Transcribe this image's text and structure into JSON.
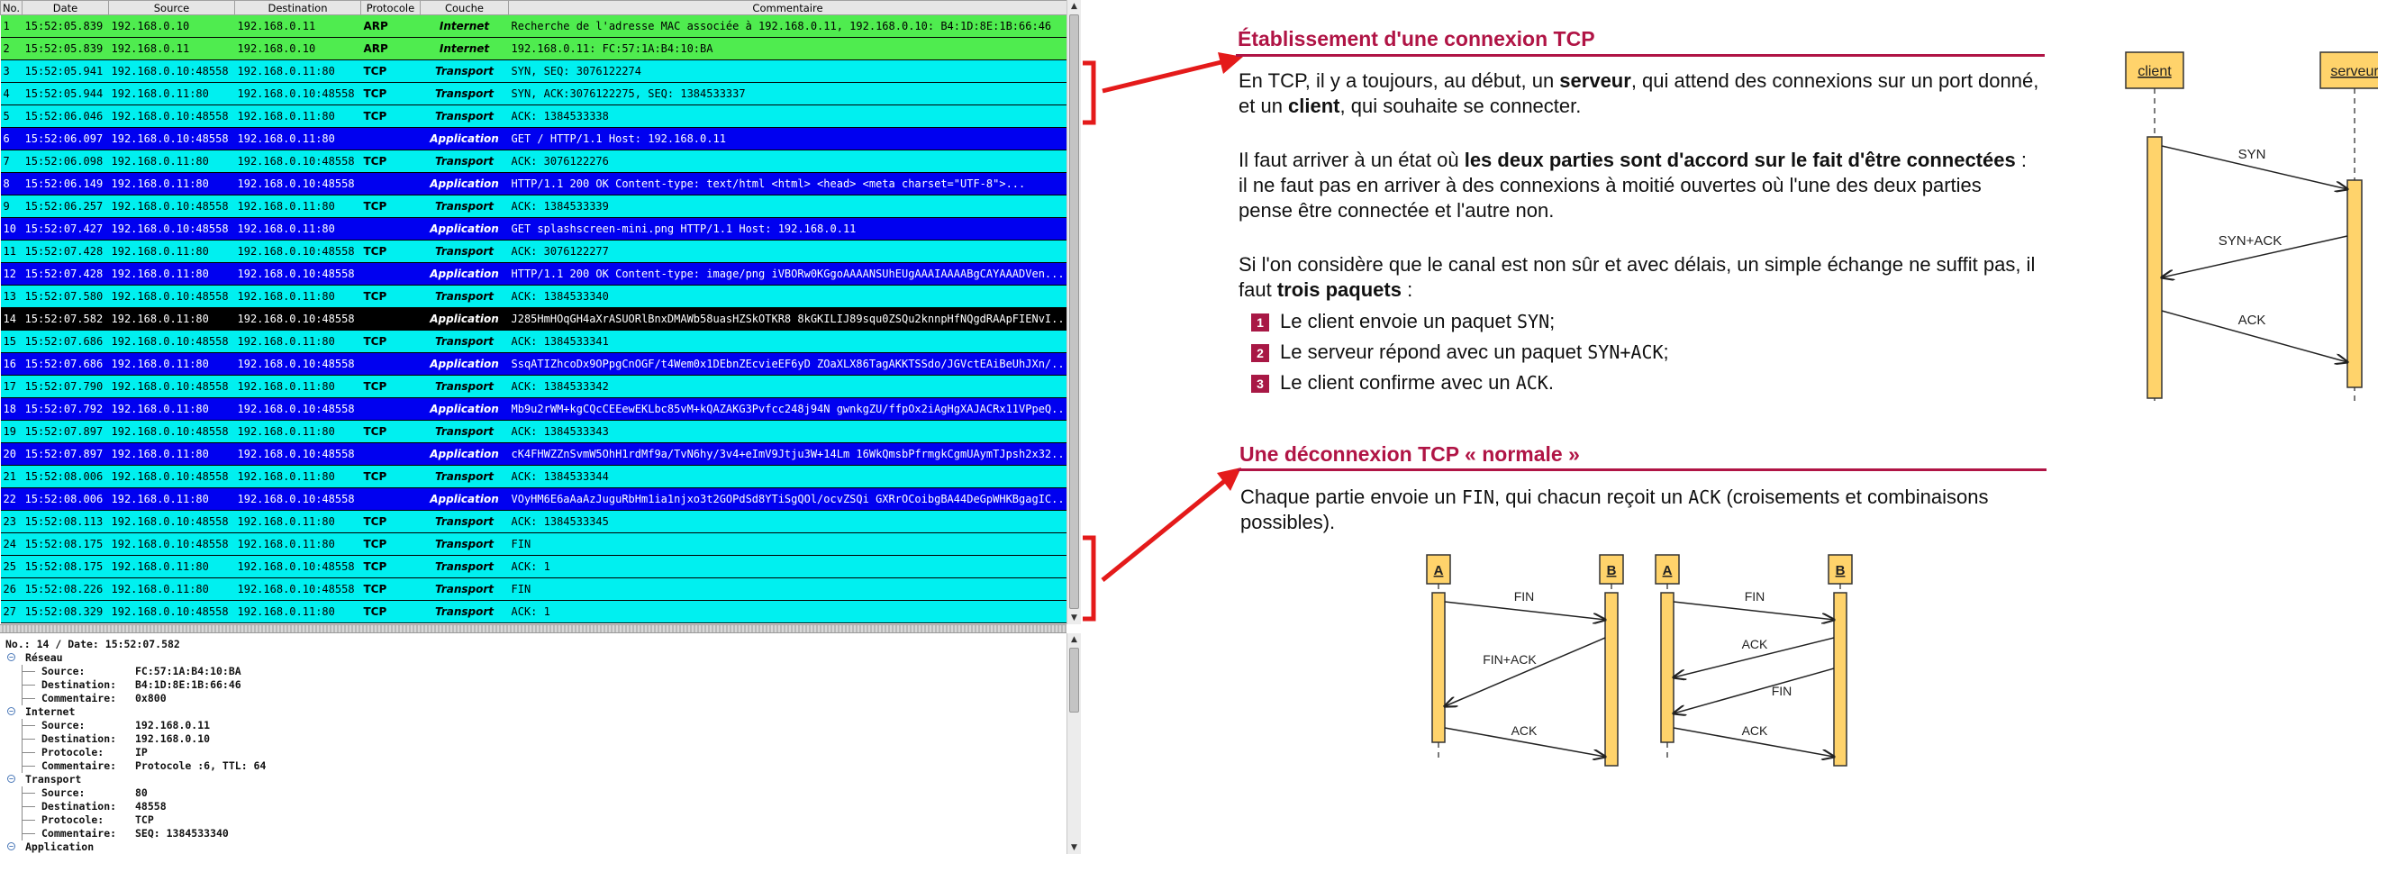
{
  "packet_list": {
    "columns": [
      "No.",
      "Date",
      "Source",
      "Destination",
      "Protocole",
      "Couche",
      "Commentaire"
    ],
    "rows": [
      {
        "no": "1",
        "date": "15:52:05.839",
        "source": "192.168.0.10",
        "destination": "192.168.0.11",
        "protocol": "ARP",
        "layer": "Internet",
        "comment": "Recherche de l'adresse MAC associée à 192.168.0.11, 192.168.0.10: B4:1D:8E:1B:66:46",
        "color": "green"
      },
      {
        "no": "2",
        "date": "15:52:05.839",
        "source": "192.168.0.11",
        "destination": "192.168.0.10",
        "protocol": "ARP",
        "layer": "Internet",
        "comment": "192.168.0.11: FC:57:1A:B4:10:BA",
        "color": "green"
      },
      {
        "no": "3",
        "date": "15:52:05.941",
        "source": "192.168.0.10:48558",
        "destination": "192.168.0.11:80",
        "protocol": "TCP",
        "layer": "Transport",
        "comment": "SYN, SEQ: 3076122274",
        "color": "cyan"
      },
      {
        "no": "4",
        "date": "15:52:05.944",
        "source": "192.168.0.11:80",
        "destination": "192.168.0.10:48558",
        "protocol": "TCP",
        "layer": "Transport",
        "comment": "SYN, ACK:3076122275, SEQ: 1384533337",
        "color": "cyan"
      },
      {
        "no": "5",
        "date": "15:52:06.046",
        "source": "192.168.0.10:48558",
        "destination": "192.168.0.11:80",
        "protocol": "TCP",
        "layer": "Transport",
        "comment": "ACK: 1384533338",
        "color": "cyan"
      },
      {
        "no": "6",
        "date": "15:52:06.097",
        "source": "192.168.0.10:48558",
        "destination": "192.168.0.11:80",
        "protocol": "",
        "layer": "Application",
        "comment": "GET / HTTP/1.1 Host: 192.168.0.11",
        "color": "blue"
      },
      {
        "no": "7",
        "date": "15:52:06.098",
        "source": "192.168.0.11:80",
        "destination": "192.168.0.10:48558",
        "protocol": "TCP",
        "layer": "Transport",
        "comment": "ACK: 3076122276",
        "color": "cyan"
      },
      {
        "no": "8",
        "date": "15:52:06.149",
        "source": "192.168.0.11:80",
        "destination": "192.168.0.10:48558",
        "protocol": "",
        "layer": "Application",
        "comment": "HTTP/1.1 200 OK Content-type: text/html  <html>   <head>     <meta charset=\"UTF-8\">...",
        "color": "blue"
      },
      {
        "no": "9",
        "date": "15:52:06.257",
        "source": "192.168.0.10:48558",
        "destination": "192.168.0.11:80",
        "protocol": "TCP",
        "layer": "Transport",
        "comment": "ACK: 1384533339",
        "color": "cyan"
      },
      {
        "no": "10",
        "date": "15:52:07.427",
        "source": "192.168.0.10:48558",
        "destination": "192.168.0.11:80",
        "protocol": "",
        "layer": "Application",
        "comment": "GET splashscreen-mini.png HTTP/1.1 Host: 192.168.0.11",
        "color": "blue"
      },
      {
        "no": "11",
        "date": "15:52:07.428",
        "source": "192.168.0.11:80",
        "destination": "192.168.0.10:48558",
        "protocol": "TCP",
        "layer": "Transport",
        "comment": "ACK: 3076122277",
        "color": "cyan"
      },
      {
        "no": "12",
        "date": "15:52:07.428",
        "source": "192.168.0.11:80",
        "destination": "192.168.0.10:48558",
        "protocol": "",
        "layer": "Application",
        "comment": "HTTP/1.1 200 OK Content-type: image/png  iVBORw0KGgoAAAANSUhEUgAAAIAAAABgCAYAAADVen...",
        "color": "blue"
      },
      {
        "no": "13",
        "date": "15:52:07.580",
        "source": "192.168.0.10:48558",
        "destination": "192.168.0.11:80",
        "protocol": "TCP",
        "layer": "Transport",
        "comment": "ACK: 1384533340",
        "color": "cyan"
      },
      {
        "no": "14",
        "date": "15:52:07.582",
        "source": "192.168.0.11:80",
        "destination": "192.168.0.10:48558",
        "protocol": "",
        "layer": "Application",
        "comment": "J285HmHOqGH4aXrASUORlBnxDMAWb58uasHZSkOTKR8 8kGKILIJ89squ0ZSQu2knnpHfNQgdRAApFIENvI...",
        "color": "black"
      },
      {
        "no": "15",
        "date": "15:52:07.686",
        "source": "192.168.0.10:48558",
        "destination": "192.168.0.11:80",
        "protocol": "TCP",
        "layer": "Transport",
        "comment": "ACK: 1384533341",
        "color": "cyan"
      },
      {
        "no": "16",
        "date": "15:52:07.686",
        "source": "192.168.0.11:80",
        "destination": "192.168.0.10:48558",
        "protocol": "",
        "layer": "Application",
        "comment": "SsqATIZhcoDx9OPpgCnOGF/t4Wem0x1DEbnZEcvieEF6yD ZOaXLX86TagAKKTSSdo/JGVctEAiBeUhJXn/...",
        "color": "blue"
      },
      {
        "no": "17",
        "date": "15:52:07.790",
        "source": "192.168.0.10:48558",
        "destination": "192.168.0.11:80",
        "protocol": "TCP",
        "layer": "Transport",
        "comment": "ACK: 1384533342",
        "color": "cyan"
      },
      {
        "no": "18",
        "date": "15:52:07.792",
        "source": "192.168.0.11:80",
        "destination": "192.168.0.10:48558",
        "protocol": "",
        "layer": "Application",
        "comment": "Mb9u2rWM+kgCQcCEEewEKLbc85vM+kQAZAKG3Pvfcc248j94N gwnkgZU/ffpOx2iAgHgXAJACRx11VPpeQ...",
        "color": "blue"
      },
      {
        "no": "19",
        "date": "15:52:07.897",
        "source": "192.168.0.10:48558",
        "destination": "192.168.0.11:80",
        "protocol": "TCP",
        "layer": "Transport",
        "comment": "ACK: 1384533343",
        "color": "cyan"
      },
      {
        "no": "20",
        "date": "15:52:07.897",
        "source": "192.168.0.11:80",
        "destination": "192.168.0.10:48558",
        "protocol": "",
        "layer": "Application",
        "comment": "cK4FHWZZnSvmW5OhH1rdMf9a/TvN6hy/3v4+eImV9Jtju3W+14Lm 16WkQmsbPfrmgkCgmUAymTJpsh2x32...",
        "color": "blue"
      },
      {
        "no": "21",
        "date": "15:52:08.006",
        "source": "192.168.0.10:48558",
        "destination": "192.168.0.11:80",
        "protocol": "TCP",
        "layer": "Transport",
        "comment": "ACK: 1384533344",
        "color": "cyan"
      },
      {
        "no": "22",
        "date": "15:52:08.006",
        "source": "192.168.0.11:80",
        "destination": "192.168.0.10:48558",
        "protocol": "",
        "layer": "Application",
        "comment": "VOyHM6E6aAaAzJuguRbHm1ia1njxo3t2GOPdSd8YTiSgQOl/ocvZSQi GXRrOCoibgBA44DeGpWHKBgagIC...",
        "color": "blue"
      },
      {
        "no": "23",
        "date": "15:52:08.113",
        "source": "192.168.0.10:48558",
        "destination": "192.168.0.11:80",
        "protocol": "TCP",
        "layer": "Transport",
        "comment": "ACK: 1384533345",
        "color": "cyan"
      },
      {
        "no": "24",
        "date": "15:52:08.175",
        "source": "192.168.0.10:48558",
        "destination": "192.168.0.11:80",
        "protocol": "TCP",
        "layer": "Transport",
        "comment": "FIN",
        "color": "cyan"
      },
      {
        "no": "25",
        "date": "15:52:08.175",
        "source": "192.168.0.11:80",
        "destination": "192.168.0.10:48558",
        "protocol": "TCP",
        "layer": "Transport",
        "comment": "ACK: 1",
        "color": "cyan"
      },
      {
        "no": "26",
        "date": "15:52:08.226",
        "source": "192.168.0.11:80",
        "destination": "192.168.0.10:48558",
        "protocol": "TCP",
        "layer": "Transport",
        "comment": "FIN",
        "color": "cyan"
      },
      {
        "no": "27",
        "date": "15:52:08.329",
        "source": "192.168.0.10:48558",
        "destination": "192.168.0.11:80",
        "protocol": "TCP",
        "layer": "Transport",
        "comment": "ACK: 1",
        "color": "cyan"
      }
    ]
  },
  "packet_detail": {
    "title": "No.: 14 / Date: 15:52:07.582",
    "groups": [
      {
        "name": "Réseau",
        "fields": [
          {
            "key": "Source:",
            "value": "FC:57:1A:B4:10:BA"
          },
          {
            "key": "Destination:",
            "value": "B4:1D:8E:1B:66:46"
          },
          {
            "key": "Commentaire:",
            "value": "0x800"
          }
        ]
      },
      {
        "name": "Internet",
        "fields": [
          {
            "key": "Source:",
            "value": "192.168.0.11"
          },
          {
            "key": "Destination:",
            "value": "192.168.0.10"
          },
          {
            "key": "Protocole:",
            "value": "IP"
          },
          {
            "key": "Commentaire:",
            "value": "Protocole :6, TTL: 64"
          }
        ]
      },
      {
        "name": "Transport",
        "fields": [
          {
            "key": "Source:",
            "value": "80"
          },
          {
            "key": "Destination:",
            "value": "48558"
          },
          {
            "key": "Protocole:",
            "value": "TCP"
          },
          {
            "key": "Commentaire:",
            "value": "SEQ: 1384533340"
          }
        ]
      },
      {
        "name": "Application",
        "fields": []
      }
    ]
  },
  "slide": {
    "connection": {
      "heading": "Établissement d'une connexion TCP",
      "p1": {
        "t1": "En TCP, il y a toujours, au début, un ",
        "b1": "serveur",
        "t2": ", qui attend des connexions sur un port donné, et un ",
        "b2": "client",
        "t3": ", qui souhaite se connecter."
      },
      "p2": {
        "t1": "Il faut arriver à un état où ",
        "b1": "les deux parties sont d'accord sur le fait d'être connectées",
        "t2": " : il ne faut pas en arriver à des connexions à moitié ouvertes où l'une des deux parties pense être connectée et l'autre non."
      },
      "p3": {
        "t1": "Si l'on considère que le canal est non sûr et avec délais, un simple échange ne suffit pas, il faut ",
        "b1": "trois paquets",
        "t2": " :"
      },
      "steps": [
        {
          "num": "1",
          "text": "Le client envoie un paquet ",
          "code": "SYN",
          "end": ";"
        },
        {
          "num": "2",
          "text": "Le serveur répond avec un paquet ",
          "code": "SYN+ACK",
          "end": ";"
        },
        {
          "num": "3",
          "text": "Le client confirme avec un ",
          "code": "ACK",
          "end": "."
        }
      ],
      "diagram": {
        "client": "client",
        "server": "serveur",
        "messages": [
          "SYN",
          "SYN+ACK",
          "ACK"
        ]
      }
    },
    "disconnection": {
      "heading": "Une déconnexion TCP « normale »",
      "p": {
        "t1": "Chaque partie envoie un ",
        "c1": "FIN",
        "t2": ", qui chacun reçoit un ",
        "c2": "ACK",
        "t3": " (croisements et combinaisons possibles)."
      },
      "diagram_left": {
        "a": "A",
        "b": "B",
        "messages": [
          "FIN",
          "FIN+ACK",
          "ACK"
        ]
      },
      "diagram_right": {
        "a": "A",
        "b": "B",
        "messages": [
          "FIN",
          "ACK",
          "FIN",
          "ACK"
        ]
      }
    }
  },
  "colors": {
    "green": "#4fec4f",
    "cyan": "#00f0f0",
    "blue": "#0000f0",
    "black": "#000000",
    "accent": "#b01445",
    "arrow": "#e41a1a",
    "lifeline_box": "#ffd36b"
  }
}
